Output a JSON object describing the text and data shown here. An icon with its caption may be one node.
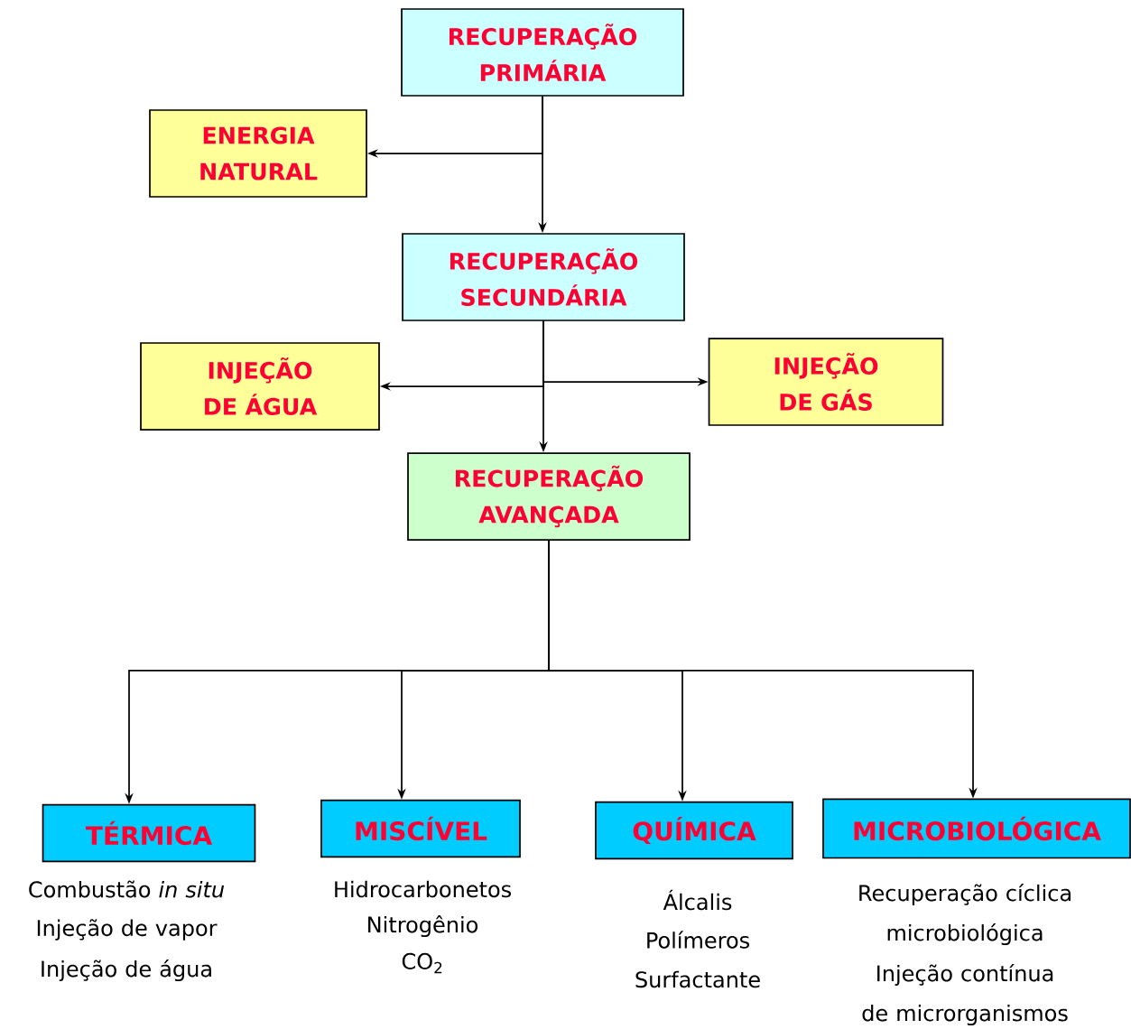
{
  "diagram": {
    "nodes": [
      {
        "text": [
          "RECUPERAÇÃO PRIMÁRIA"
        ]
      },
      {
        "text": [
          "ENERGIA NATURAL"
        ]
      },
      {
        "text": [
          "RECUPERAÇÃO SECUNDÁRIA"
        ]
      },
      {
        "text": [
          "INJEÇÃO DE ÁGUA"
        ]
      },
      {
        "text": [
          "INJEÇÃO DE GÁS"
        ]
      },
      {
        "text": [
          "RECUPERAÇÃO AVANÇADA"
        ]
      },
      {
        "text": [
          "TÉRMICA"
        ],
        "beside": [
          "Combustão *in situ*",
          "Injeção de vapor",
          "Injeção de água"
        ]
      },
      {
        "text": [
          "MISCÍVEL"
        ],
        "beside": [
          "Hidrocarbonetos",
          "Nitrogênio",
          "CO$_{2}$"
        ]
      },
      {
        "text": [
          "QUÍMICA"
        ],
        "beside": [
          "Álcalis",
          "Polímeros",
          "Surfactante"
        ]
      },
      {
        "text": [
          "MICROBIOLÓGICA"
        ],
        "beside": [
          "Recuperação cíclica microbiológica",
          "Injeção contínua de microrganismos"
        ]
      }
    ],
    "edges": [
      {
        "from": 0,
        "to": 1,
        "arrow": "to"
      },
      {
        "from": 0,
        "to": 2,
        "arrow": "to"
      },
      {
        "from": 2,
        "to": 3,
        "arrow": "to"
      },
      {
        "from": 2,
        "to": 4,
        "arrow": "to"
      },
      {
        "from": 2,
        "to": 5,
        "arrow": "to"
      },
      {
        "from": 5,
        "to": 6,
        "arrow": "to"
      },
      {
        "from": 5,
        "to": 7,
        "arrow": "to"
      },
      {
        "from": 5,
        "to": 8,
        "arrow": "to"
      },
      {
        "from": 5,
        "to": 9,
        "arrow": "to"
      }
    ]
  }
}
